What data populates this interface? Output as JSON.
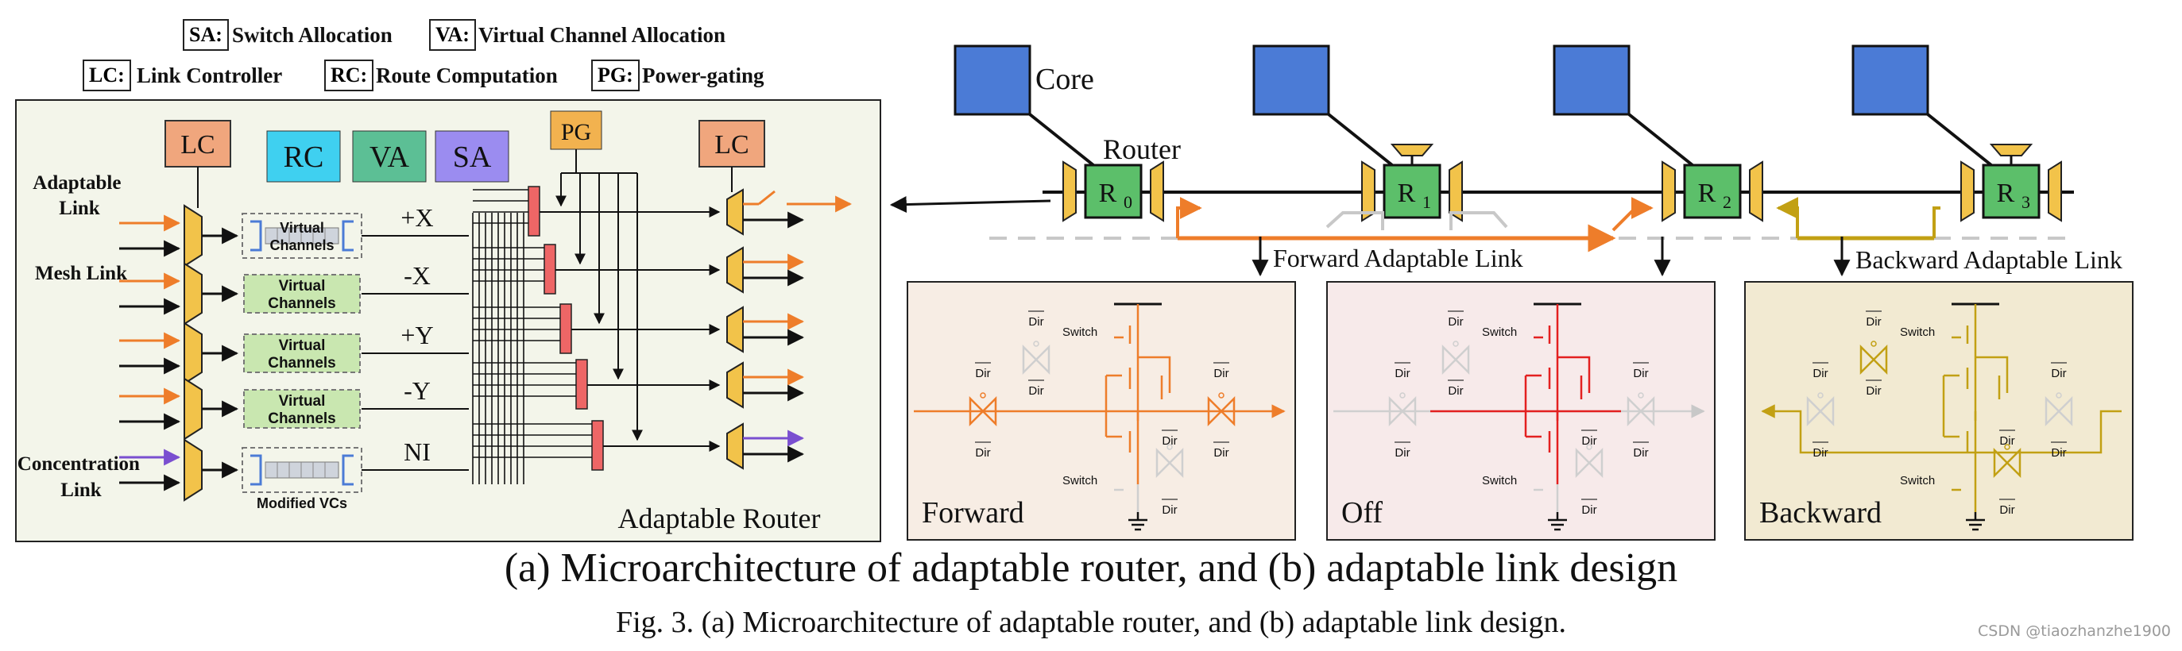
{
  "legend": {
    "sa": {
      "abbr": "SA:",
      "label": "Switch Allocation",
      "color": "#9b8cf0"
    },
    "va": {
      "abbr": "VA:",
      "label": "Virtual Channel Allocation",
      "color": "#5cbf95"
    },
    "lc": {
      "abbr": "LC:",
      "label": "Link Controller",
      "color": "#f0a67d"
    },
    "rc": {
      "abbr": "RC:",
      "label": "Route Computation",
      "color": "#3fd0f0"
    },
    "pg": {
      "abbr": "PG:",
      "label": "Power-gating",
      "color": "#f0a67d"
    }
  },
  "router_panel": {
    "bg": "#f3f5ea",
    "lc_label": "LC",
    "rc_label": "RC",
    "va_label": "VA",
    "sa_label": "SA",
    "pg_label": "PG",
    "pg_color": "#f2b24f",
    "link_labels": {
      "adaptable": "Adaptable\nLink",
      "mesh": "Mesh Link",
      "concentration": "Concentration\nLink"
    },
    "vc_label": "Virtual\nChannels",
    "modified_vc_label": "Modified VCs",
    "ports": [
      "+X",
      "-X",
      "+Y",
      "-Y",
      "NI"
    ],
    "title": "Adaptable Router"
  },
  "mesh": {
    "core_label": "Core",
    "router_label": "Router",
    "routers": [
      {
        "name": "R",
        "sub": "0"
      },
      {
        "name": "R",
        "sub": "1"
      },
      {
        "name": "R",
        "sub": "2"
      },
      {
        "name": "R",
        "sub": "3"
      }
    ],
    "forward_link": "Forward Adaptable Link",
    "backward_link": "Backward Adaptable Link",
    "core_color": "#4b7bd6",
    "router_color": "#5cbf6a",
    "forward_color": "#ee7d2a",
    "backward_color": "#c2a014"
  },
  "circuits": [
    {
      "label": "Forward",
      "bg": "#f7ede4",
      "color": "#ee7d2a"
    },
    {
      "label": "Off",
      "bg": "#f7eaea",
      "color": "#e32020"
    },
    {
      "label": "Backward",
      "bg": "#f2ead2",
      "color": "#c2a014"
    }
  ],
  "circuit_text": {
    "dir": "Dir",
    "switch": "Switch"
  },
  "caption_main": "(a) Microarchitecture of adaptable router, and (b) adaptable link design",
  "caption_fig": "Fig. 3.  (a) Microarchitecture of adaptable router, and (b) adaptable link design.",
  "watermark": "CSDN @tiaozhanzhe1900"
}
